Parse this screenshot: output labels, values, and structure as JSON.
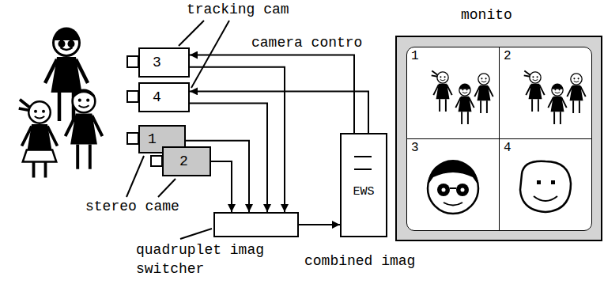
{
  "diagram": {
    "nodes": [
      {
        "text": [
          "3"
        ]
      },
      {
        "text": [
          "4"
        ]
      },
      {
        "text": [
          "1"
        ]
      },
      {
        "text": [
          "2"
        ]
      },
      {
        "text": [
          "quadruplet imag switcher"
        ]
      },
      {
        "text": [
          "EWS"
        ]
      },
      {
        "text": [
          "monito"
        ]
      },
      {
        "text": [
          "1"
        ],
        "in": 6
      },
      {
        "text": [
          "2"
        ],
        "in": 6
      },
      {
        "text": [
          "3"
        ],
        "in": 6
      },
      {
        "text": [
          "4"
        ],
        "in": 6
      }
    ],
    "edges": [
      {
        "from": 5,
        "to": 0,
        "arrow": "to",
        "label": "camera contro"
      },
      {
        "from": 5,
        "to": 1,
        "arrow": "to"
      },
      {
        "from": 0,
        "to": 4,
        "arrow": "to"
      },
      {
        "from": 1,
        "to": 4,
        "arrow": "to"
      },
      {
        "from": 2,
        "to": 4,
        "arrow": "to"
      },
      {
        "from": 3,
        "to": 4,
        "arrow": "to"
      },
      {
        "from": 4,
        "to": 5,
        "arrow": "to",
        "label": "combined imag"
      }
    ],
    "labels": [
      "tracking cam",
      "stereo came"
    ]
  }
}
